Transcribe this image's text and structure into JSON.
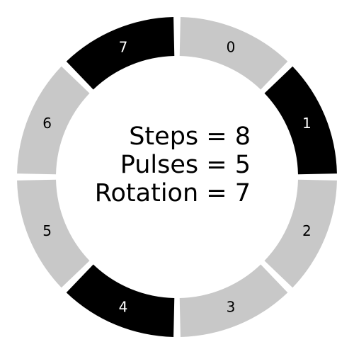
{
  "rhythm": {
    "steps_text": "Steps = 8",
    "pulses_text": "Pulses = 5",
    "rotation_text": "Rotation = 7",
    "steps": 8,
    "pulses": 5,
    "rotation": 7
  },
  "segments": [
    {
      "label": "0",
      "active": false
    },
    {
      "label": "1",
      "active": true
    },
    {
      "label": "2",
      "active": false
    },
    {
      "label": "3",
      "active": false
    },
    {
      "label": "4",
      "active": true
    },
    {
      "label": "5",
      "active": false
    },
    {
      "label": "6",
      "active": false
    },
    {
      "label": "7",
      "active": true
    }
  ],
  "colors": {
    "active_fill": "#000000",
    "inactive_fill": "#c8c8c8",
    "active_text": "#ffffff",
    "inactive_text": "#000000",
    "background": "#ffffff"
  }
}
